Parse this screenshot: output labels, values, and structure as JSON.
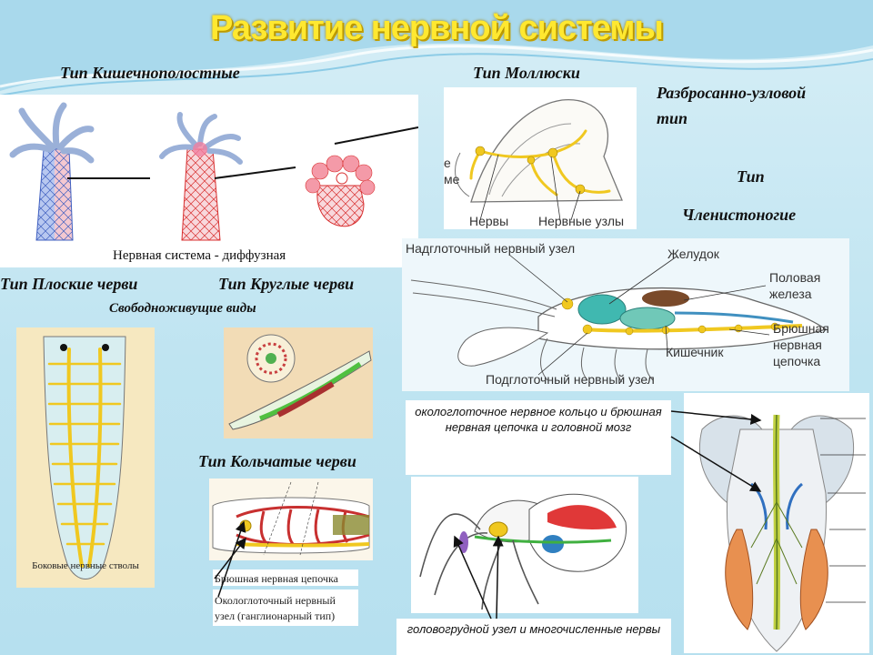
{
  "title": "Развитие нервной системы",
  "headings": {
    "cnidaria": "Тип Кишечнополостные",
    "mollusca": "Тип Моллюски",
    "scattered_nodal_1": "Разбросанно-узловой",
    "scattered_nodal_2": "тип",
    "arthropoda_1": "Тип",
    "arthropoda_2": "Членистоногие",
    "flatworms": "Тип Плоские черви",
    "roundworms": "Тип Круглые черви",
    "free_living": "Свободноживущие виды",
    "annelids": "Тип Кольчатые черви"
  },
  "cnidaria_caption": "Нервная система - диффузная",
  "mollusc_labels": {
    "nerves": "Нервы",
    "ganglia": "Нервные узлы",
    "partial_1": "е",
    "partial_2": "ме"
  },
  "crayfish_labels": {
    "supra": "Надглоточный нервный узел",
    "stomach": "Желудок",
    "gonad_1": "Половая",
    "gonad_2": "железа",
    "ventral_1": "Брюшная",
    "ventral_2": "нервная",
    "ventral_3": "цепочка",
    "intestine": "Кишечник",
    "sub": "Подглоточный нервный узел"
  },
  "insect_caption": "окологлоточное нервное кольцо и брюшная нервная цепочка и головной мозг",
  "spider_caption": "головогрудной узел и многочисленные нервы",
  "flatworm_label": "Боковые нервные стволы",
  "annelid_labels": {
    "ventral_chain": "Брюшная нервная цепочка",
    "ganglion": "Окологлоточный нервный узел (ганглионарный тип)"
  },
  "colors": {
    "title": "#ffe830",
    "background": "#c4e6f2",
    "nerve_yellow": "#f0c820",
    "cnidaria_net": "#d83030"
  }
}
